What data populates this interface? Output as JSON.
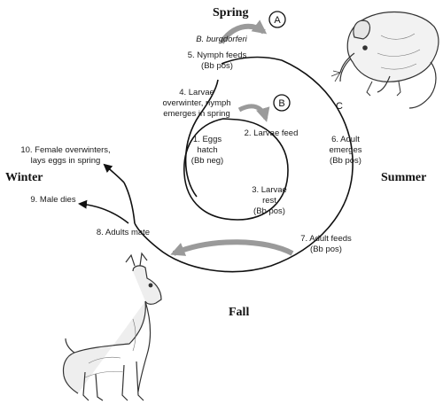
{
  "seasons": {
    "spring": "Spring",
    "summer": "Summer",
    "fall": "Fall",
    "winter": "Winter"
  },
  "markers": {
    "a": "A",
    "b": "B",
    "c": "C"
  },
  "organism": "B. burgdorferi",
  "stages": {
    "s1": [
      "1. Eggs",
      "hatch",
      "(Bb neg)"
    ],
    "s2": [
      "2. Larvae feed"
    ],
    "s3": [
      "3. Larvae",
      "rest",
      "(Bb pos)"
    ],
    "s4": [
      "4. Larvae",
      "overwinter, nymph",
      "emerges in spring"
    ],
    "s5": [
      "5. Nymph feeds",
      "(Bb pos)"
    ],
    "s6": [
      "6. Adult",
      "emerges",
      "(Bb pos)"
    ],
    "s7": [
      "7. Adult feeds",
      "(Bb pos)"
    ],
    "s8": [
      "8. Adults mate"
    ],
    "s9": [
      "9. Male dies"
    ],
    "s10": [
      "10. Female overwinters,",
      "lays eggs in spring"
    ]
  },
  "colors": {
    "line": "#111111",
    "gray_arrow": "#9a9a9a",
    "illustration": "#333333"
  },
  "icons": {
    "mouse": "mouse-illustration",
    "deer": "deer-illustration"
  }
}
